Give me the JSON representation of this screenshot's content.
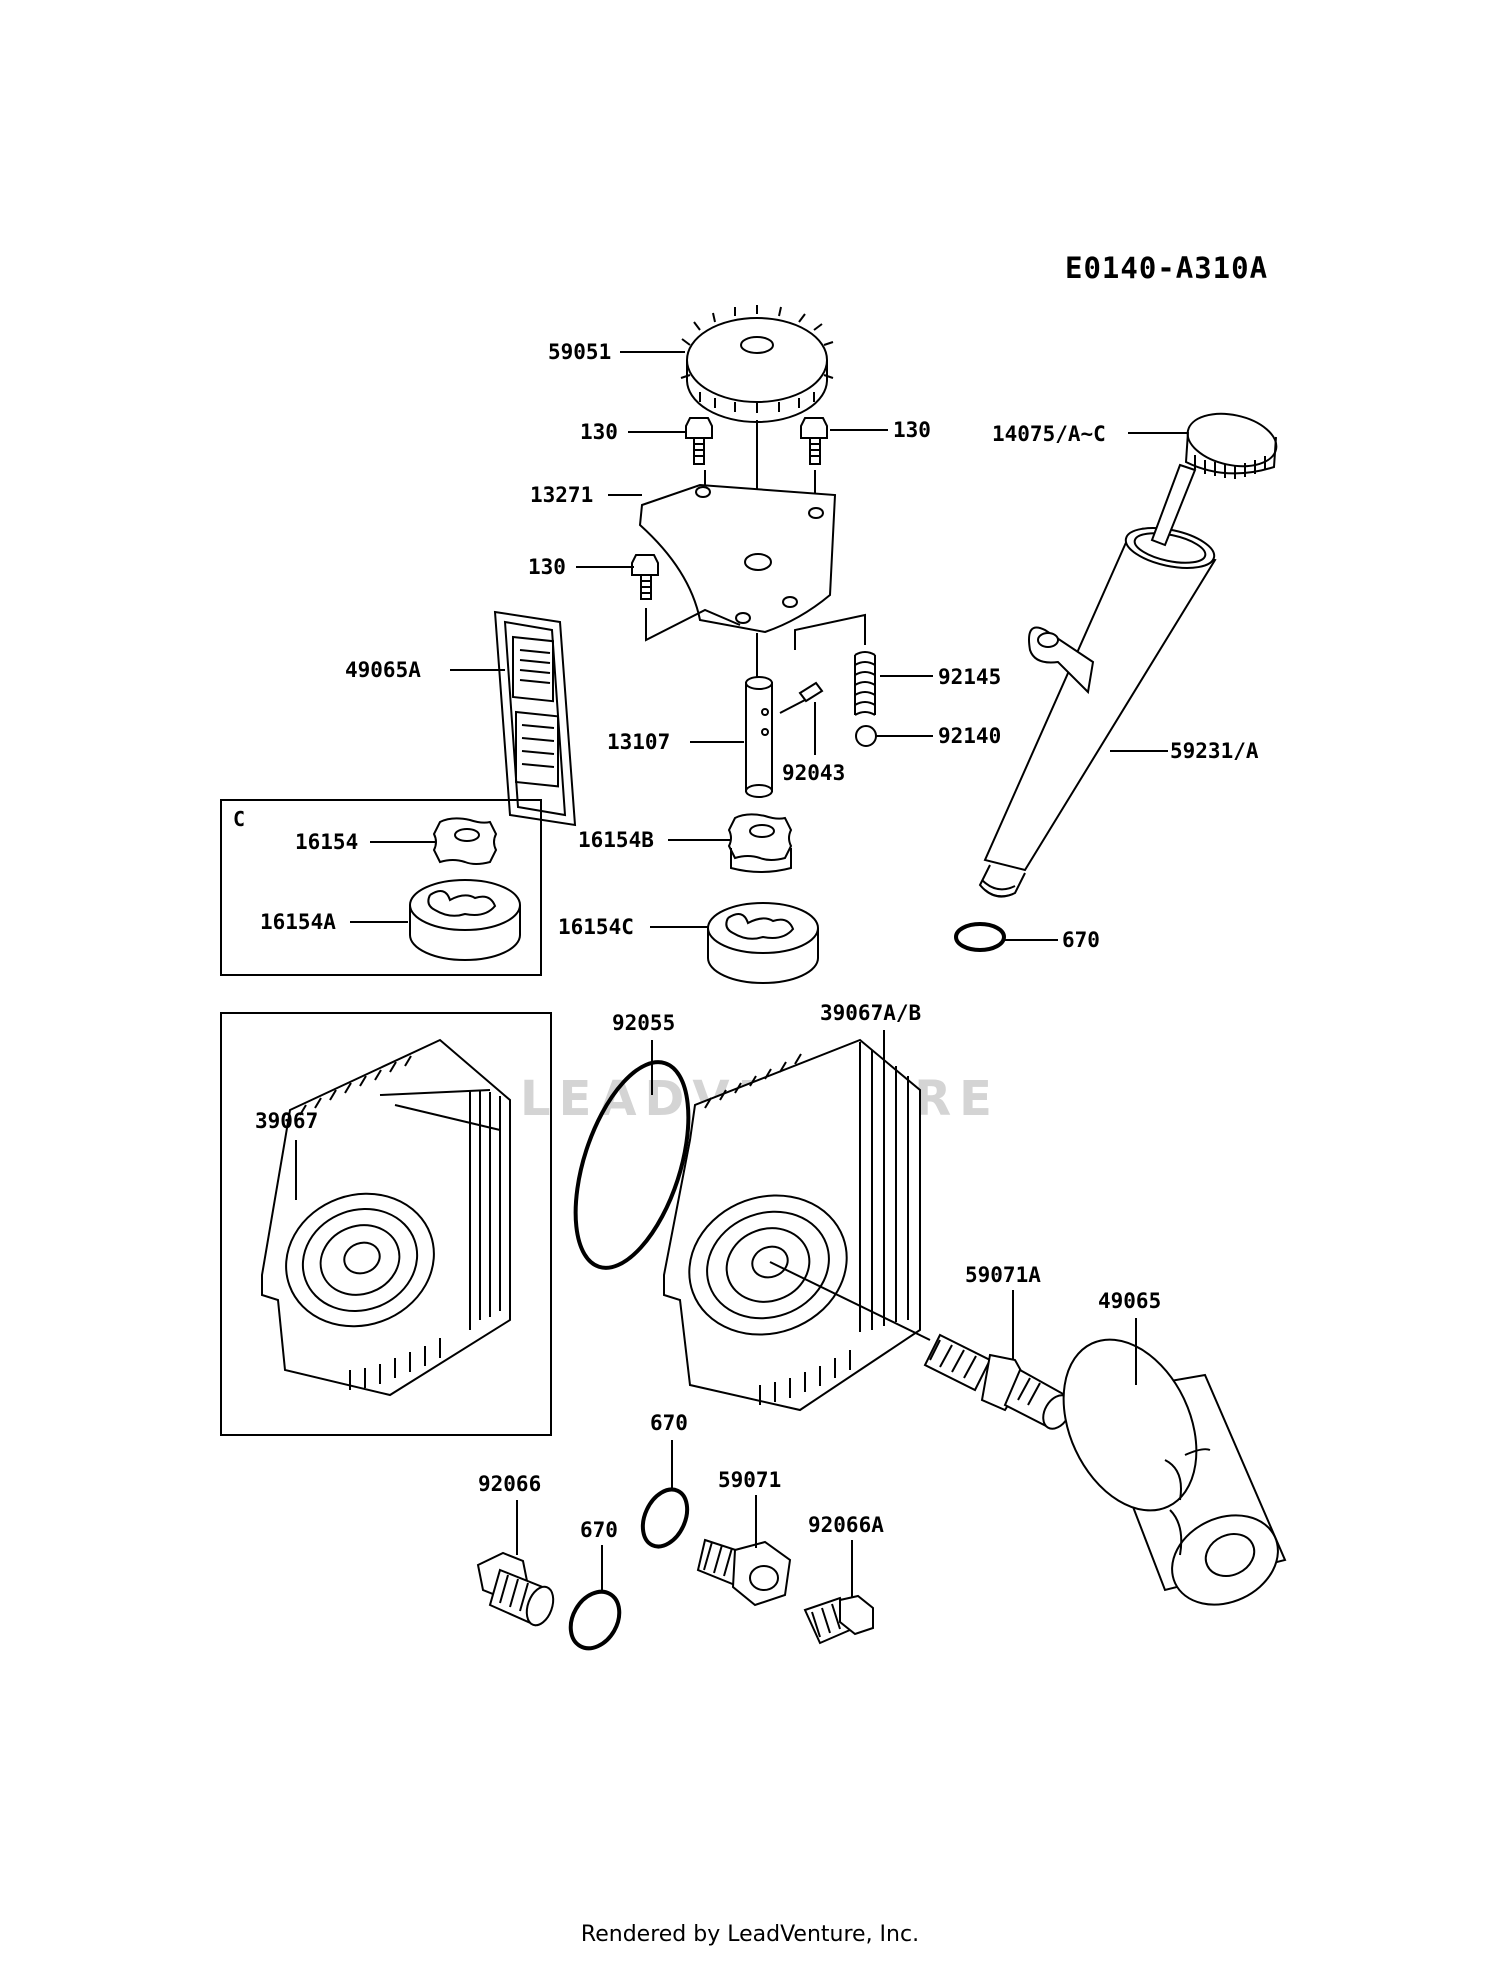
{
  "diagram_code": "E0140-A310A",
  "watermark": "LEADVENTURE",
  "footer": "Rendered by LeadVenture, Inc.",
  "box_label": "C",
  "parts": {
    "p59051": "59051",
    "p130a": "130",
    "p130b": "130",
    "p130c": "130",
    "p13271": "13271",
    "p14075": "14075/A~C",
    "p49065A": "49065A",
    "p92145": "92145",
    "p92140": "92140",
    "p13107": "13107",
    "p92043": "92043",
    "p59231": "59231/A",
    "p16154": "16154",
    "p16154B": "16154B",
    "p16154A": "16154A",
    "p16154C": "16154C",
    "p670a": "670",
    "p92055": "92055",
    "p39067AB": "39067A/B",
    "p39067": "39067",
    "p59071A": "59071A",
    "p49065": "49065",
    "p670b": "670",
    "p92066": "92066",
    "p59071": "59071",
    "p670c": "670",
    "p92066A": "92066A"
  }
}
